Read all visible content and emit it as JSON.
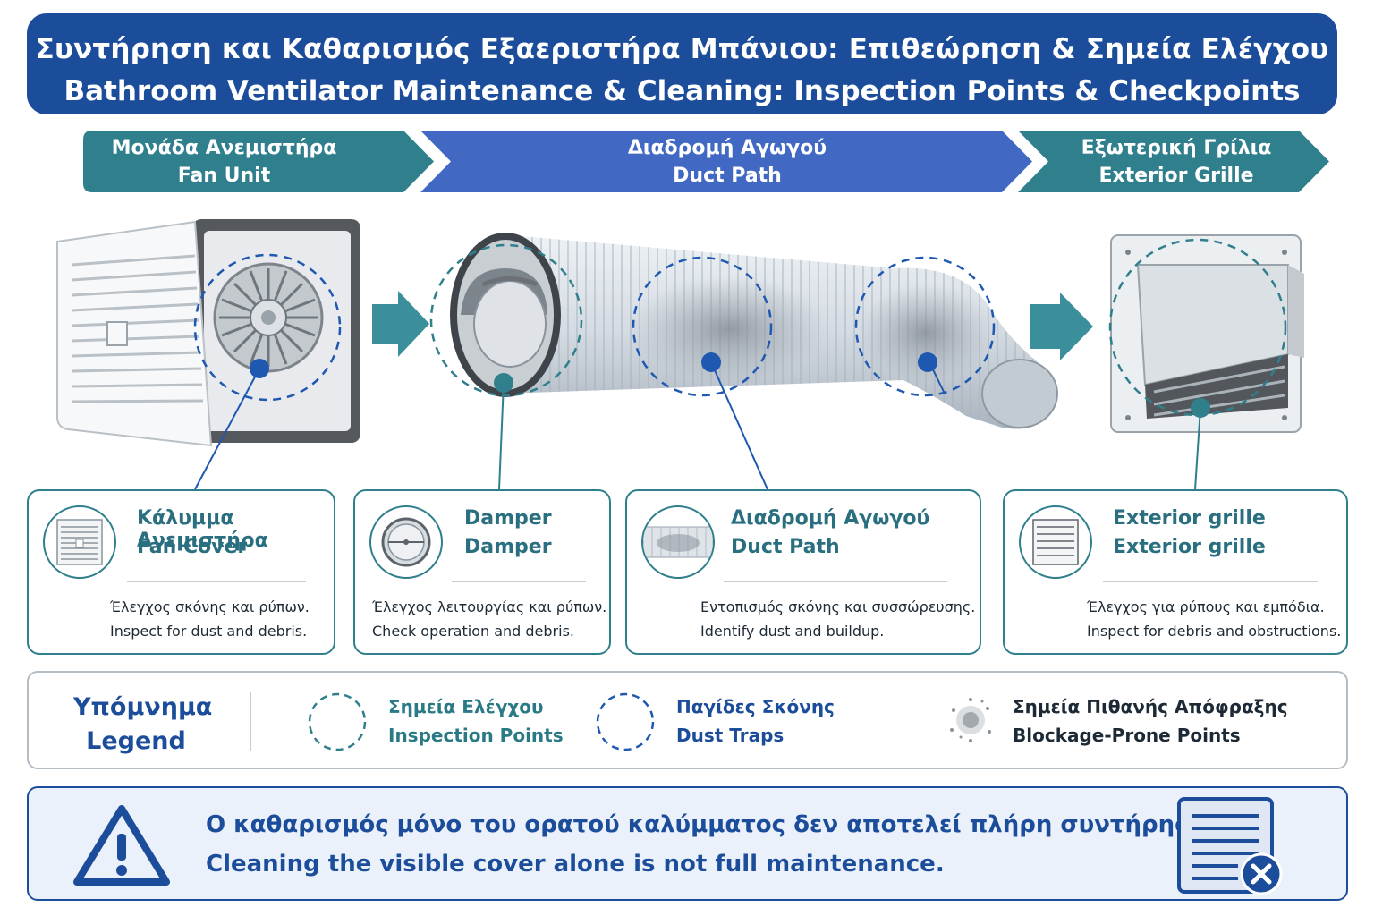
{
  "title": {
    "greek": "Συντήρηση και Καθαρισμός Εξαεριστήρα Μπάνιου: Επιθεώρηση & Σημεία Ελέγχου",
    "english": "Bathroom Ventilator Maintenance & Cleaning: Inspection Points & Checkpoints"
  },
  "stages": [
    {
      "greek": "Μονάδα Ανεμιστήρα",
      "english": "Fan Unit"
    },
    {
      "greek": "Διαδρομή Αγωγού",
      "english": "Duct Path"
    },
    {
      "greek": "Εξωτερική Γρίλια",
      "english": "Exterior Grille"
    }
  ],
  "cards": [
    {
      "title_1": "Κάλυμμα Ανεμιστήρα",
      "title_2": "Fan Cover",
      "desc_1": "Έλεγχος σκόνης και ρύπων.",
      "desc_2": "Inspect for dust and debris.",
      "icon": "fan-cover-icon"
    },
    {
      "title_1": "Damper",
      "title_2": "Damper",
      "desc_1": "Έλεγχος λειτουργίας και ρύπων.",
      "desc_2": "Check operation and debris.",
      "icon": "damper-icon"
    },
    {
      "title_1": "Διαδρομή Αγωγού",
      "title_2": "Duct Path",
      "desc_1": "Εντοπισμός σκόνης και συσσώρευσης.",
      "desc_2": "Identify dust and buildup.",
      "icon": "duct-icon"
    },
    {
      "title_1": "Exterior grille",
      "title_2": "Exterior grille",
      "desc_1": "Έλεγχος για ρύπους και εμπόδια.",
      "desc_2": "Inspect for debris and obstructions.",
      "icon": "exterior-grille-icon"
    }
  ],
  "legend": {
    "title_greek": "Υπόμνημα",
    "title_english": "Legend",
    "items": [
      {
        "greek": "Σημεία Ελέγχου",
        "english": "Inspection Points",
        "icon": "dashed-circle-teal-icon"
      },
      {
        "greek": "Παγίδες Σκόνης",
        "english": "Dust Traps",
        "icon": "dashed-circle-blue-icon"
      },
      {
        "greek": "Σημεία Πιθανής Απόφραξης",
        "english": "Blockage-Prone Points",
        "icon": "dust-cluster-icon"
      }
    ]
  },
  "warning": {
    "greek": "Ο καθαρισμός μόνο του ορατού καλύμματος δεν αποτελεί πλήρη συντήρηση.",
    "english": "Cleaning the visible cover alone is not full maintenance.",
    "icon": "warning-triangle-icon",
    "side_icon": "grille-cross-icon"
  },
  "colors": {
    "title_bg": "#1c4d9b",
    "stage_teal": "#2f7f8c",
    "stage_blue": "#4169c4",
    "accent_teal": "#2a7a86",
    "accent_blue": "#1c4d9b",
    "point_blue": "#1e58b0"
  }
}
